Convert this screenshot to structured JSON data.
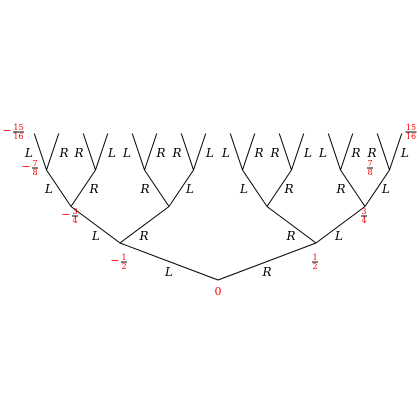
{
  "colors": {
    "edge": "#000000",
    "value": "#ff0000"
  },
  "edge_label_left": "L",
  "edge_label_right": "R",
  "values": {
    "root": "0",
    "neg_half": {
      "sign": "−",
      "num": "1",
      "den": "2"
    },
    "pos_half": {
      "sign": "",
      "num": "1",
      "den": "2"
    },
    "neg_3_4": {
      "sign": "−",
      "num": "3",
      "den": "4"
    },
    "pos_3_4": {
      "sign": "",
      "num": "3",
      "den": "4"
    },
    "neg_7_8": {
      "sign": "−",
      "num": "7",
      "den": "8"
    },
    "pos_7_8": {
      "sign": "",
      "num": "7",
      "den": "8"
    },
    "neg_15_16": {
      "sign": "−",
      "num": "15",
      "den": "16"
    },
    "pos_15_16": {
      "sign": "",
      "num": "15",
      "den": "16"
    }
  }
}
